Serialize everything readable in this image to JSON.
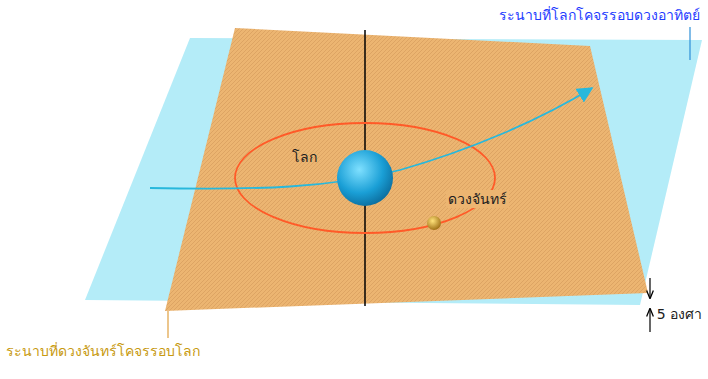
{
  "diagram": {
    "labels": [
      "ระนาบที่โลกโคจรรอบดวงอาทิตย์",
      "โลก",
      "ดวงจันทร์",
      "5 องศา",
      "ระนาบที่ดวงจันทร์โคจรรอบโลก"
    ]
  }
}
